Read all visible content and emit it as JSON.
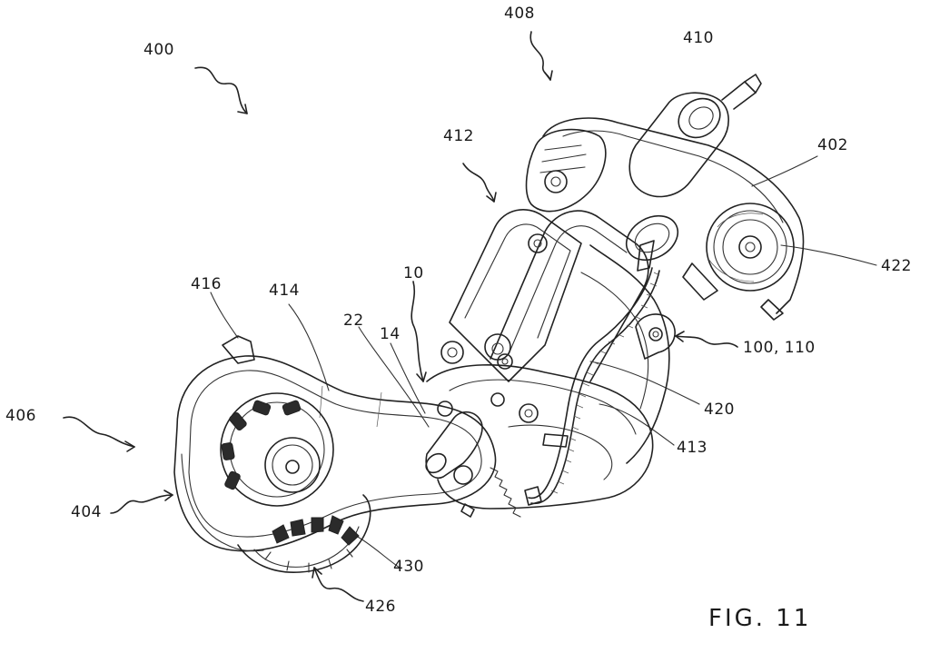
{
  "figure": {
    "caption": "FIG. 11",
    "reference_numerals": [
      "400",
      "408",
      "410",
      "412",
      "402",
      "422",
      "416",
      "414",
      "10",
      "22",
      "14",
      "100, 110",
      "420",
      "406",
      "413",
      "404",
      "430",
      "426"
    ]
  },
  "labels": {
    "n400": "400",
    "n408": "408",
    "n410": "410",
    "n412": "412",
    "n402": "402",
    "n422": "422",
    "n416": "416",
    "n414": "414",
    "n10": "10",
    "n22": "22",
    "n14": "14",
    "n100_110": "100, 110",
    "n420": "420",
    "n406": "406",
    "n413": "413",
    "n404": "404",
    "n430": "430",
    "n426": "426"
  }
}
